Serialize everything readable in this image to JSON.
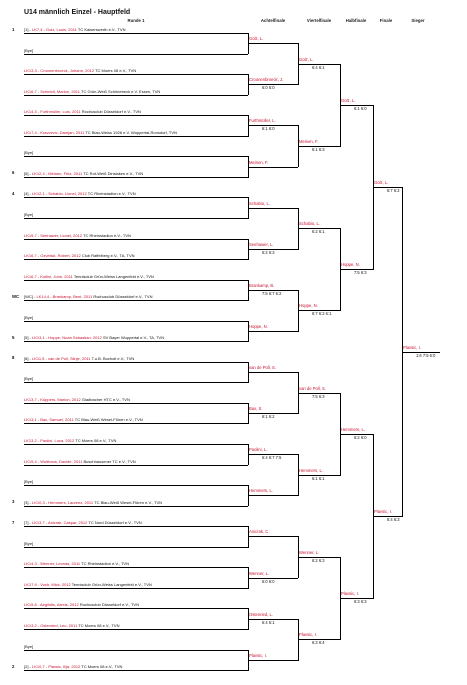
{
  "title": "U14 männlich Einzel - Hauptfeld",
  "headers": [
    "Runde 1",
    "Achtelfinale",
    "Viertelfinale",
    "Halbfinale",
    "Finale",
    "Sieger"
  ],
  "round1": [
    {
      "seed": "1",
      "pos": "[1]",
      "name": "LK7,4 - Golz, Louis, 2011",
      "club": "TC Kaiserswerth e.V., TVN"
    },
    {
      "seed": "",
      "pos": "",
      "name": "",
      "club": "",
      "free": "[Bye]"
    },
    {
      "seed": "",
      "pos": "",
      "name": "LK13,3 - Croonenbroeck, Johann, 2012",
      "club": "TC Moers 08 e.V., TVN"
    },
    {
      "seed": "",
      "pos": "",
      "name": "LK16,7 - Schmidt, Marlon, 2011",
      "club": "TC Grün-Weiß Schönebeck e.V. Essen, TVN"
    },
    {
      "seed": "",
      "pos": "",
      "name": "LK14,3 - Furthmüller, Luis, 2011",
      "club": "Rochusclub Düsseldorf e.V., TVN"
    },
    {
      "seed": "",
      "pos": "",
      "name": "LK17,4 - Kravcevic, Damjan, 2011",
      "club": "TC Blau-Weiss 1926 e.V. Wuppertal-Ronsdorf, TVN"
    },
    {
      "seed": "",
      "pos": "",
      "name": "",
      "club": "",
      "free": "[Bye]"
    },
    {
      "seed": "6",
      "pos": "[6]",
      "name": "LK12,4 - Meinen, Fritz, 2011",
      "club": "TC Rot-Weiß Dinslaken e.V., TVN"
    },
    {
      "seed": "4",
      "pos": "[4]",
      "name": "LK12,1 - Schabio, Lionel, 2012",
      "club": "TC Rheinstadion e.V., TVN"
    },
    {
      "seed": "",
      "pos": "",
      "name": "",
      "club": "",
      "free": "[Bye]"
    },
    {
      "seed": "",
      "pos": "",
      "name": "LK15,7 - Seehawer, Lionel, 2012",
      "club": "TC Rheinstadion e.V., TVN"
    },
    {
      "seed": "",
      "pos": "",
      "name": "LK16,7 - Ozvelski, Robert, 2012",
      "club": "Club Raffelberg e.V., TA, TVN"
    },
    {
      "seed": "",
      "pos": "",
      "name": "LK16,7 - Kotlini, John, 2011",
      "club": "Tennisclub Grün-Weiss Langenfeld e.V., TVN"
    },
    {
      "seed": "WC",
      "pos": "[WC]",
      "name": "LK14,4 - Brankamp, Bent, 2011",
      "club": "Rochusclub Düsseldorf e.V., TVN"
    },
    {
      "seed": "",
      "pos": "",
      "name": "",
      "club": "",
      "free": "[Bye]"
    },
    {
      "seed": "5",
      "pos": "[5]",
      "name": "LK13,1 - Hoppe, Noah Sebastian, 2012",
      "club": "SV Bayer Wuppertal e.V., TA, TVN"
    },
    {
      "seed": "8",
      "pos": "[8]",
      "name": "LK11,5 - van de Poll, Slinje, 2011",
      "club": "T.u.B. Bocholt e.V., TVN"
    },
    {
      "seed": "",
      "pos": "",
      "name": "",
      "club": "",
      "free": "[Bye]"
    },
    {
      "seed": "",
      "pos": "",
      "name": "LK13,7 - Küppers, Marlon, 2012",
      "club": "Gladbacher HTC e.V., TVN"
    },
    {
      "seed": "",
      "pos": "",
      "name": "LK13,1 - Bax, Samuel, 2011",
      "club": "TC Blau-Weiß Wesel-Flüren e.V., TVN"
    },
    {
      "seed": "",
      "pos": "",
      "name": "LK13,2 - Paolini, Luca, 2012",
      "club": "TC Moers 08 e.V., TVN"
    },
    {
      "seed": "",
      "pos": "",
      "name": "LK15,4 - Wolthaus, Davide, 2011",
      "club": "Buschhausener TC e.V., TVN"
    },
    {
      "seed": "",
      "pos": "",
      "name": "",
      "club": "",
      "free": "[Bye]"
    },
    {
      "seed": "3",
      "pos": "[3]",
      "name": "LK10,3 - Hemmers, Laurenz, 2011",
      "club": "TC Blau-Weiß Wesel-Flüren e.V., TVN"
    },
    {
      "seed": "7",
      "pos": "[7]",
      "name": "LK13,7 - Anicrak, Caspar, 2012",
      "club": "TC Nord Düsseldorf e.V., TVN"
    },
    {
      "seed": "",
      "pos": "",
      "name": "",
      "club": "",
      "free": "[Bye]"
    },
    {
      "seed": "",
      "pos": "",
      "name": "LK14,3 - Wenner, Leonas, 2011",
      "club": "TC Rheinstadion e.V., TVN"
    },
    {
      "seed": "",
      "pos": "",
      "name": "LK17,9 - Vuch, Mick, 2012",
      "club": "Tennisclub Grün-Weiss Langenfeld e.V., TVN"
    },
    {
      "seed": "",
      "pos": "",
      "name": "LK15,6 - Aegilidis, Alexis, 2012",
      "club": "Rochusclub Düsseldorf e.V., TVN"
    },
    {
      "seed": "",
      "pos": "",
      "name": "LK13,2 - Ostenried, Leo, 2011",
      "club": "TC Moers 08 e.V., TVN"
    },
    {
      "seed": "",
      "pos": "",
      "name": "",
      "club": "",
      "free": "[Bye]"
    },
    {
      "seed": "2",
      "pos": "[2]",
      "name": "LK10,7 - Plavsic, Ilija, 2012",
      "club": "TC Moers 08 e.V., TVN"
    }
  ],
  "r2": [
    {
      "w": "Golz, L.",
      "s": ""
    },
    {
      "w": "Croonenbroeck, J.",
      "s": "6:0 6:0"
    },
    {
      "w": "Furthmüller, L.",
      "s": "6:1 6:0"
    },
    {
      "w": "Meinen, F.",
      "s": ""
    },
    {
      "w": "Schabio, L.",
      "s": ""
    },
    {
      "w": "Seehawer, L.",
      "s": "6:2 6:3"
    },
    {
      "w": "Brankamp, B.",
      "s": "7:5 6:7 6:2"
    },
    {
      "w": "Hoppe, N.",
      "s": ""
    },
    {
      "w": "van de Poll, S.",
      "s": ""
    },
    {
      "w": "Bax, S.",
      "s": "6:1 6:2"
    },
    {
      "w": "Paolini, L.",
      "s": "6:4 6:7 7:5"
    },
    {
      "w": "Hemmers, L.",
      "s": ""
    },
    {
      "w": "Anicrak, C.",
      "s": ""
    },
    {
      "w": "Wenner, L.",
      "s": "6:0 6:0"
    },
    {
      "w": "Ostenried, L.",
      "s": "6:4 6:1"
    },
    {
      "w": "Plavsic, I.",
      "s": ""
    }
  ],
  "r3": [
    {
      "w": "Golz, L.",
      "s": "6:4 6:1"
    },
    {
      "w": "Meinen, F.",
      "s": "6:1 6:3"
    },
    {
      "w": "Schabio, L.",
      "s": "6:2 6:1"
    },
    {
      "w": "Hoppe, N.",
      "s": "6:7 6:2 6:1"
    },
    {
      "w": "van de Poll, S.",
      "s": "7:5 6:3"
    },
    {
      "w": "Hemmers, L.",
      "s": "6:1 6:1"
    },
    {
      "w": "Wenner, L.",
      "s": "6:2 6:3"
    },
    {
      "w": "Plavsic, I.",
      "s": "6:3 6:4"
    }
  ],
  "r4": [
    {
      "w": "Golz, L.",
      "s": "6:1 6:0"
    },
    {
      "w": "Hoppe, N.",
      "s": "7:5 6:3"
    },
    {
      "w": "Hemmers, L.",
      "s": "6:2 6:0"
    },
    {
      "w": "Plavsic, I.",
      "s": "6:3 6:3"
    }
  ],
  "r5": [
    {
      "w": "Golz, L.",
      "s": "6:7 6:2"
    },
    {
      "w": "Plavsic, I.",
      "s": "6:4 6:3"
    }
  ],
  "r6": [
    {
      "w": "Plavsic, I.",
      "s": "1:6 7:5 6:0"
    }
  ]
}
